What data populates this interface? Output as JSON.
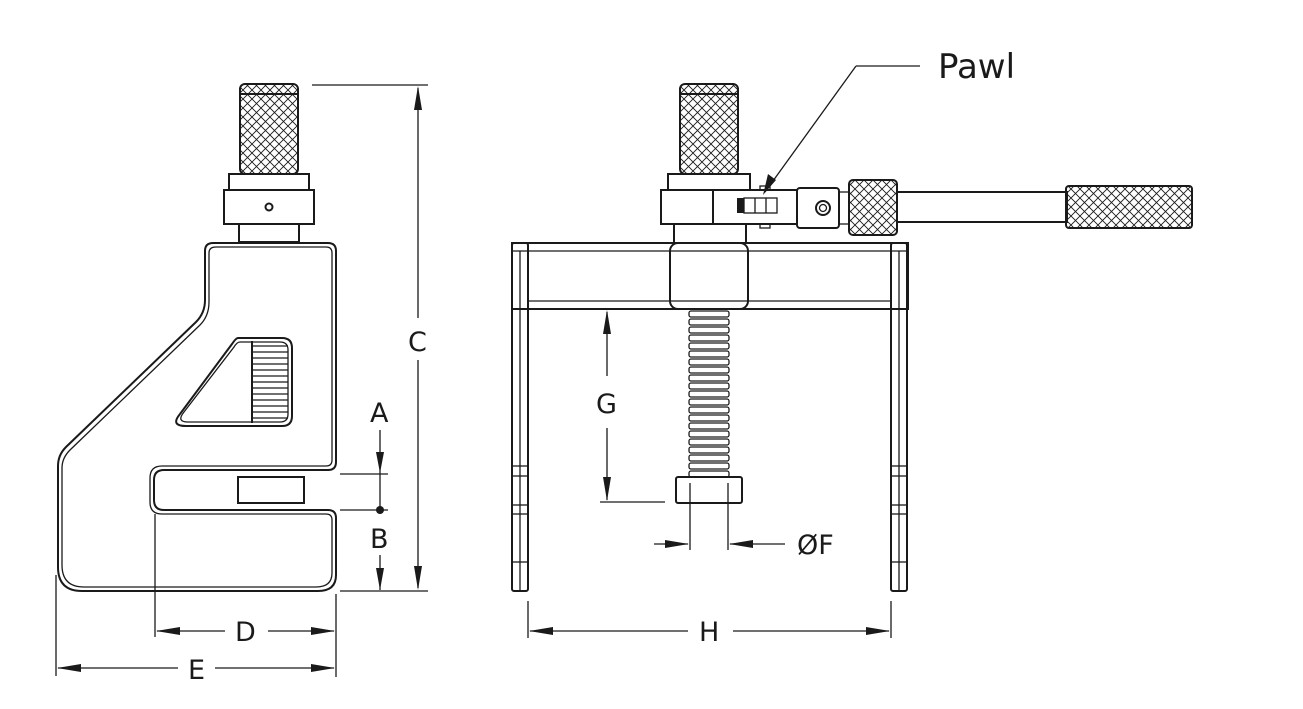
{
  "diagram": {
    "type": "technical-drawing",
    "subject": "Screw-type puller / clamp with ratchet handle",
    "views": [
      "side-view",
      "front-view"
    ],
    "callouts": {
      "pawl": "Pawl"
    },
    "dimensions": {
      "A": "A",
      "B": "B",
      "C": "C",
      "D": "D",
      "E": "E",
      "F": "ØF",
      "G": "G",
      "H": "H"
    },
    "colors": {
      "line": "#1a1a1a",
      "background": "#ffffff"
    }
  }
}
